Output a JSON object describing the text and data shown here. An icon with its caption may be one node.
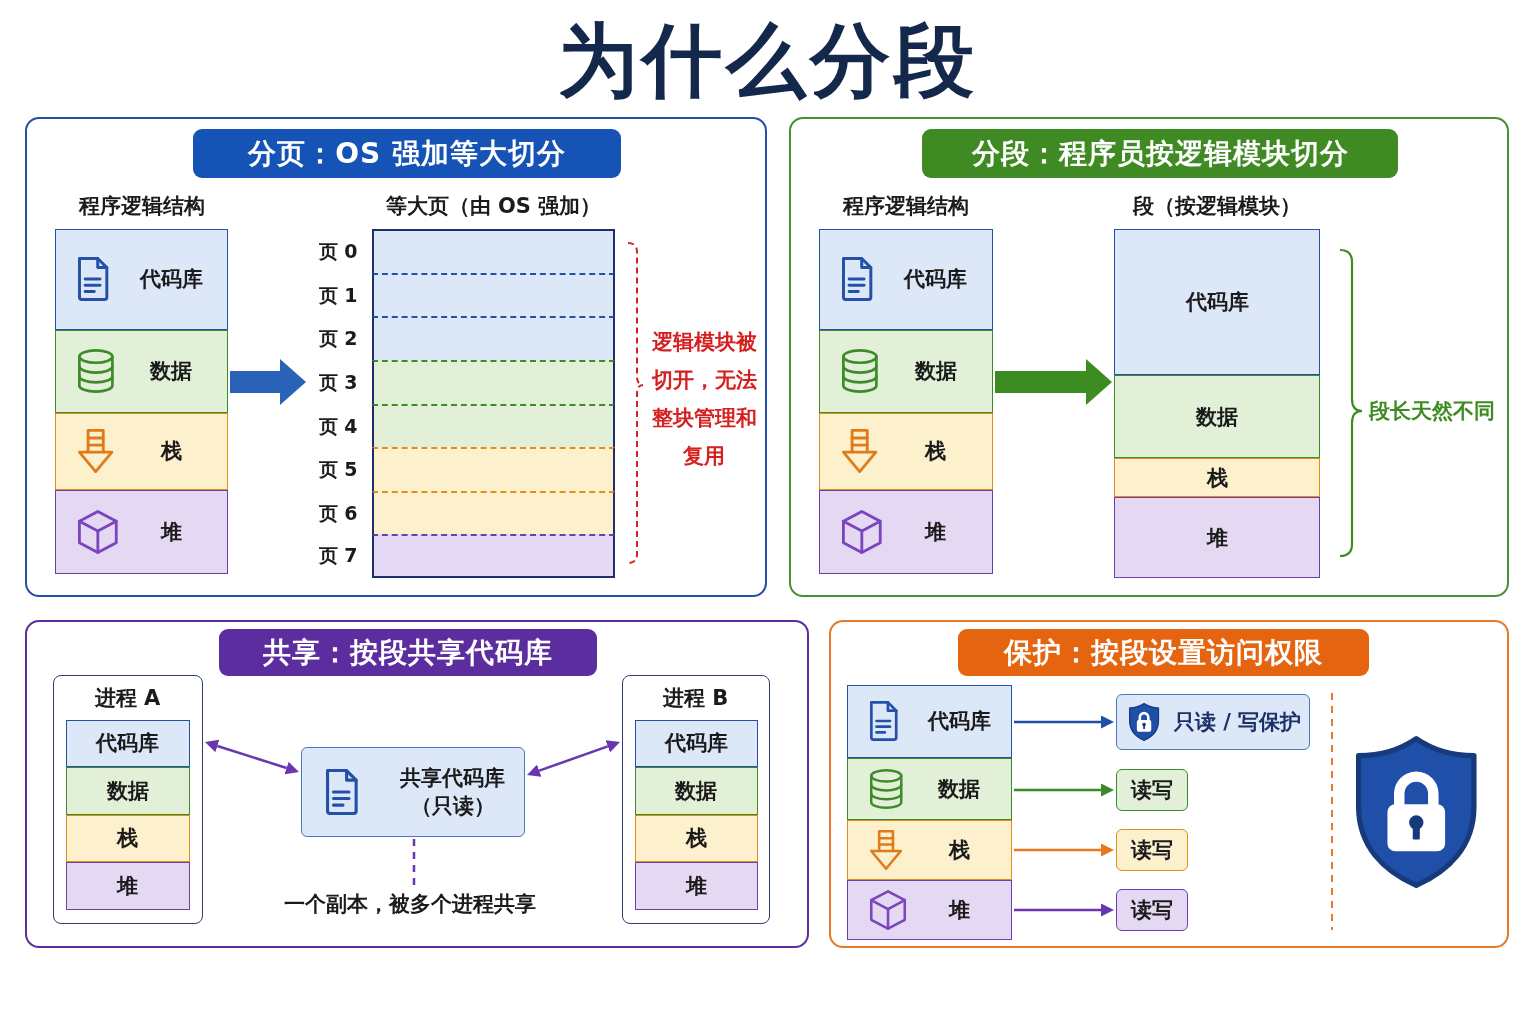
{
  "diagram": {
    "title": "为什么分段",
    "nodes": [
      {
        "text": [
          "分页：OS 强加等大切分"
        ]
      },
      {
        "text": [
          "程序逻辑结构"
        ],
        "in": 0
      },
      {
        "text": [
          "代码库"
        ],
        "in": 1
      },
      {
        "text": [
          "数据"
        ],
        "in": 1
      },
      {
        "text": [
          "栈"
        ],
        "in": 1
      },
      {
        "text": [
          "堆"
        ],
        "in": 1
      },
      {
        "text": [
          "等大页（由 OS 强加）"
        ],
        "in": 0
      },
      {
        "text": [],
        "shape": "box",
        "beside": [
          "页 0"
        ],
        "in": 6
      },
      {
        "text": [],
        "shape": "box",
        "beside": [
          "页 1"
        ],
        "in": 6
      },
      {
        "text": [],
        "shape": "box",
        "beside": [
          "页 2"
        ],
        "in": 6
      },
      {
        "text": [],
        "shape": "box",
        "beside": [
          "页 3"
        ],
        "in": 6
      },
      {
        "text": [],
        "shape": "box",
        "beside": [
          "页 4"
        ],
        "in": 6
      },
      {
        "text": [],
        "shape": "box",
        "beside": [
          "页 5"
        ],
        "in": 6
      },
      {
        "text": [],
        "shape": "box",
        "beside": [
          "页 6"
        ],
        "in": 6
      },
      {
        "text": [],
        "shape": "box",
        "beside": [
          "页 7"
        ],
        "in": 6
      },
      {
        "text": [
          "分段：程序员按逻辑模块切分"
        ]
      },
      {
        "text": [
          "程序逻辑结构"
        ],
        "in": 15
      },
      {
        "text": [
          "代码库"
        ],
        "in": 16
      },
      {
        "text": [
          "数据"
        ],
        "in": 16
      },
      {
        "text": [
          "栈"
        ],
        "in": 16
      },
      {
        "text": [
          "堆"
        ],
        "in": 16
      },
      {
        "text": [
          "段（按逻辑模块）"
        ],
        "in": 15
      },
      {
        "text": [
          "代码库"
        ],
        "in": 21
      },
      {
        "text": [
          "数据"
        ],
        "in": 21
      },
      {
        "text": [
          "栈"
        ],
        "in": 21
      },
      {
        "text": [
          "堆"
        ],
        "in": 21
      },
      {
        "text": [
          "共享：按段共享代码库"
        ]
      },
      {
        "text": [
          "进程 A"
        ],
        "in": 26
      },
      {
        "text": [
          "代码库"
        ],
        "in": 27
      },
      {
        "text": [
          "数据"
        ],
        "in": 27
      },
      {
        "text": [
          "栈"
        ],
        "in": 27
      },
      {
        "text": [
          "堆"
        ],
        "in": 27
      },
      {
        "text": [
          "共享代码库（只读）"
        ],
        "in": 26
      },
      {
        "text": [
          "进程 B"
        ],
        "in": 26
      },
      {
        "text": [
          "代码库"
        ],
        "in": 33
      },
      {
        "text": [
          "数据"
        ],
        "in": 33
      },
      {
        "text": [
          "栈"
        ],
        "in": 33
      },
      {
        "text": [
          "堆"
        ],
        "in": 33
      },
      {
        "text": [
          "一个副本，被多个进程共享"
        ],
        "in": 26
      },
      {
        "text": [
          "保护：按段设置访问权限"
        ]
      },
      {
        "text": [
          "代码库"
        ],
        "in": 39
      },
      {
        "text": [
          "数据"
        ],
        "in": 39
      },
      {
        "text": [
          "栈"
        ],
        "in": 39
      },
      {
        "text": [
          "堆"
        ],
        "in": 39
      },
      {
        "text": [
          "只读 / 写保护"
        ],
        "in": 39
      },
      {
        "text": [
          "读写"
        ],
        "in": 39
      },
      {
        "text": [
          "读写"
        ],
        "in": 39
      },
      {
        "text": [
          "读写"
        ],
        "in": 39
      }
    ],
    "edges": [
      {
        "from": 1,
        "to": 6,
        "arrow": "to",
        "style": "thick",
        "color": "#2a62b8"
      },
      {
        "from": 16,
        "to": 21,
        "arrow": "to",
        "style": "thick",
        "color": "#3d8c22"
      },
      {
        "from": 27,
        "to": 32,
        "arrow": "both"
      },
      {
        "from": 33,
        "to": 32,
        "arrow": "both"
      },
      {
        "from": 32,
        "to": 38,
        "arrow": "none",
        "style": "dashed"
      },
      {
        "from": 40,
        "to": 44,
        "arrow": "to",
        "color": "#1f4fa8"
      },
      {
        "from": 41,
        "to": 45,
        "arrow": "to",
        "color": "#3a8a2a"
      },
      {
        "from": 42,
        "to": 46,
        "arrow": "to",
        "color": "#e8781e"
      },
      {
        "from": 43,
        "to": 47,
        "arrow": "to"
      }
    ],
    "labels": [
      "逻辑模块被切开，无法整块管理和复用",
      "段长天然不同"
    ]
  }
}
